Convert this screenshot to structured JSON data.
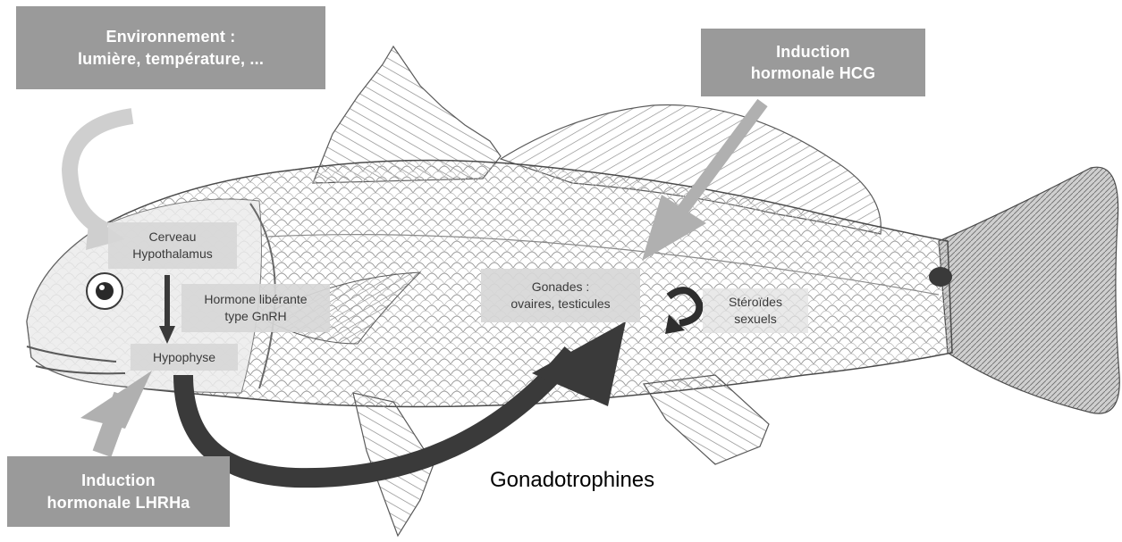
{
  "diagram": {
    "environment_box": {
      "line1": "Environnement :",
      "line2": "lumière, température, ..."
    },
    "hcg_box": {
      "line1": "Induction",
      "line2": "hormonale HCG"
    },
    "lhrha_box": {
      "line1": "Induction",
      "line2": "hormonale LHRHa"
    },
    "brain_label": {
      "line1": "Cerveau",
      "line2": "Hypothalamus"
    },
    "hormone_label": {
      "line1": "Hormone libérante",
      "line2": "type GnRH"
    },
    "pituitary_label": "Hypophyse",
    "gonads_label": {
      "line1": "Gonades :",
      "line2": "ovaires, testicules"
    },
    "steroids_label": {
      "line1": "Stéroïdes",
      "line2": "sexuels"
    },
    "gonadotrophins_caption": "Gonadotrophines",
    "colors": {
      "box_dark": "#9a9a9a",
      "box_light": "#d7d7d7",
      "arrow_dark": "#3a3a3a",
      "arrow_light": "#c8c8c8",
      "arrow_mid": "#a8a8a8"
    }
  }
}
